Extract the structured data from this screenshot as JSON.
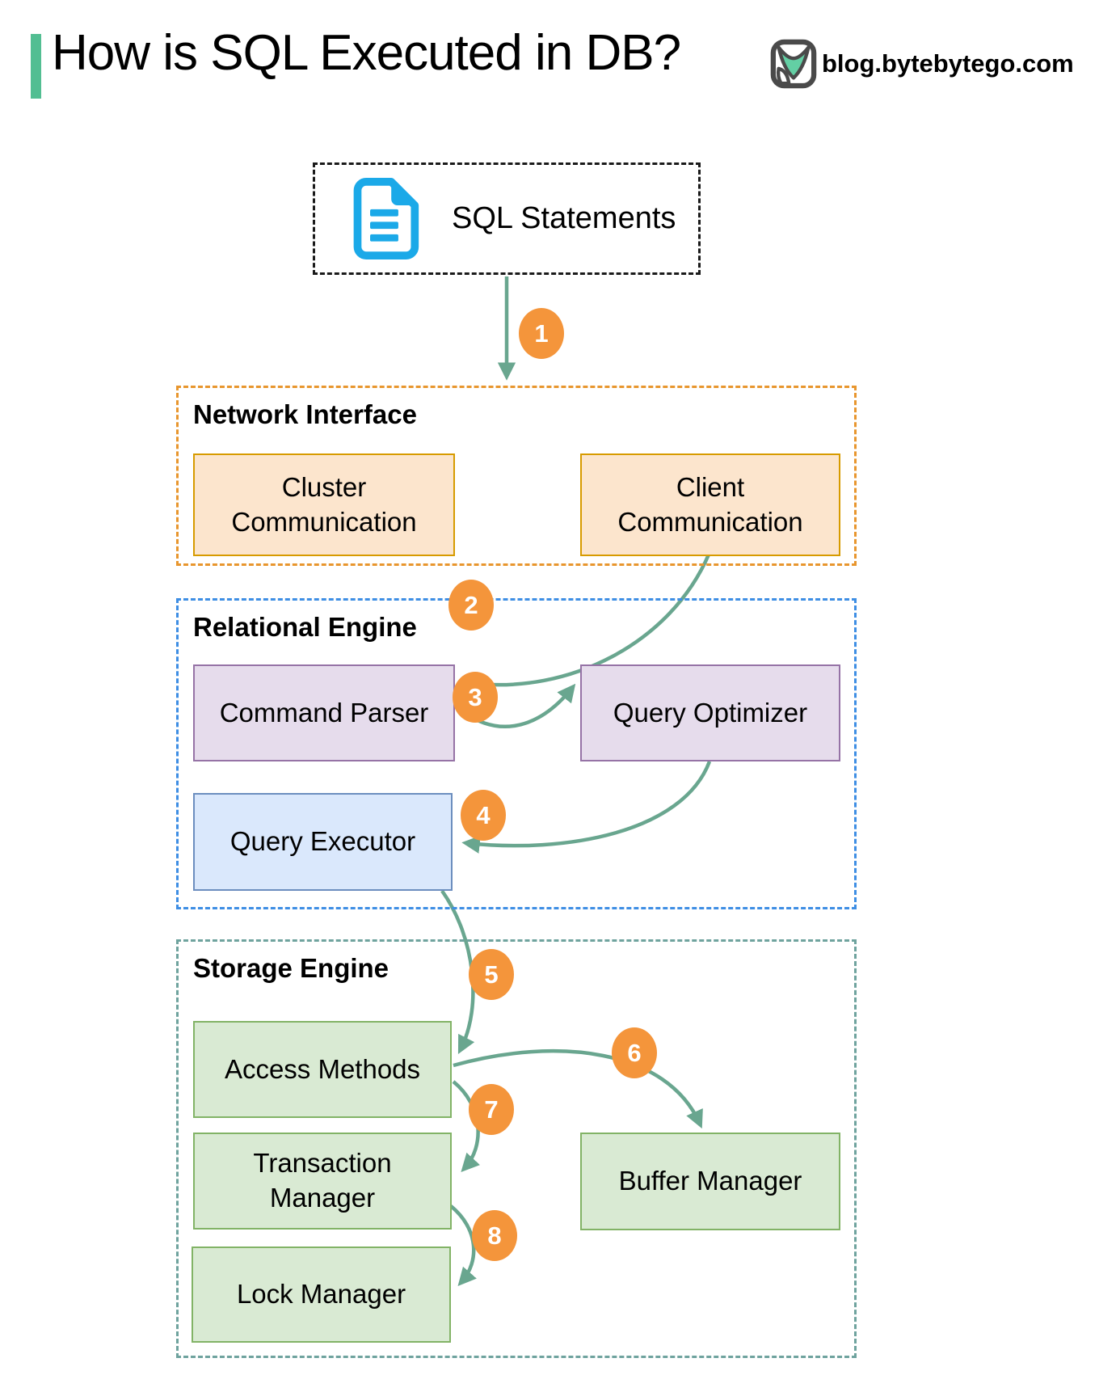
{
  "header": {
    "title": "How is SQL Executed in DB?",
    "site": "blog.bytebytego.com"
  },
  "source": {
    "label": "SQL Statements",
    "icon": "sql-document-icon"
  },
  "sections": {
    "network": {
      "label": "Network Interface",
      "boxes": [
        {
          "label": "Cluster Communication"
        },
        {
          "label": "Client Communication"
        }
      ]
    },
    "relational": {
      "label": "Relational Engine",
      "boxes": [
        {
          "label": "Command Parser"
        },
        {
          "label": "Query Optimizer"
        },
        {
          "label": "Query Executor"
        }
      ]
    },
    "storage": {
      "label": "Storage Engine",
      "boxes": [
        {
          "label": "Access Methods"
        },
        {
          "label": "Transaction Manager"
        },
        {
          "label": "Buffer Manager"
        },
        {
          "label": "Lock Manager"
        }
      ]
    }
  },
  "steps": [
    {
      "n": "1"
    },
    {
      "n": "2"
    },
    {
      "n": "3"
    },
    {
      "n": "4"
    },
    {
      "n": "5"
    },
    {
      "n": "6"
    },
    {
      "n": "7"
    },
    {
      "n": "8"
    }
  ],
  "colors": {
    "accent_green": "#52BE92",
    "arrow": "#69A68F",
    "step_badge": "#F4953B",
    "network_dash": "#E8962E",
    "network_box_fill": "#FCE5CD",
    "network_box_border": "#D79B00",
    "relational_dash": "#3E8EE4",
    "parser_fill": "#E6DCEC",
    "parser_border": "#9673A6",
    "executor_fill": "#DAE8FC",
    "executor_border": "#6C8EBF",
    "storage_dash": "#6FA39E",
    "storage_box_fill": "#D9EAD3",
    "storage_box_border": "#82B366",
    "sql_doc_icon": "#1BA9E8",
    "sql_box_dash": "#1A1A1A",
    "logo_outline": "#4A4A4A",
    "logo_mint": "#63CFA4"
  }
}
